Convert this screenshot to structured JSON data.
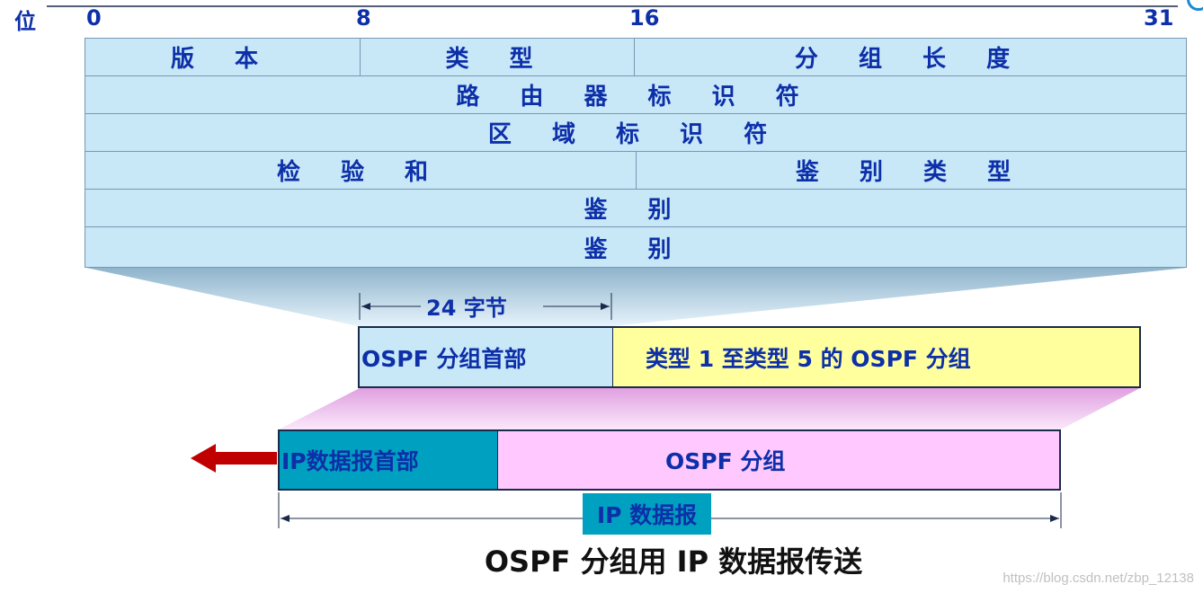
{
  "bit_axis": {
    "label": "位",
    "ticks": [
      "0",
      "8",
      "16",
      "31"
    ]
  },
  "header_fields": {
    "version": "版 本",
    "type": "类 型",
    "packet_length": "分 组 长 度",
    "router_id": "路 由 器 标 识 符",
    "area_id": "区 域 标 识 符",
    "checksum": "检 验 和",
    "auth_type": "鉴 别 类 型",
    "auth_1": "鉴   别",
    "auth_2": "鉴   别"
  },
  "size_annotation": "24 字节",
  "ospf_packet": {
    "header": "OSPF 分组首部",
    "body": "类型 1 至类型 5 的 OSPF 分组"
  },
  "ip_datagram": {
    "header": "IP数据报首部",
    "body": "OSPF 分组",
    "span_label": "IP 数据报"
  },
  "caption": "OSPF 分组用 IP 数据报传送",
  "watermark": "https://blog.csdn.net/zbp_12138",
  "colors": {
    "text_blue": "#0d2fa8",
    "header_fill": "#c8e8f8",
    "body_fill": "#ffff9e",
    "ip_header_fill": "#00a0c0",
    "ip_body_fill": "#ffc8ff",
    "arrow_red": "#c00000"
  }
}
